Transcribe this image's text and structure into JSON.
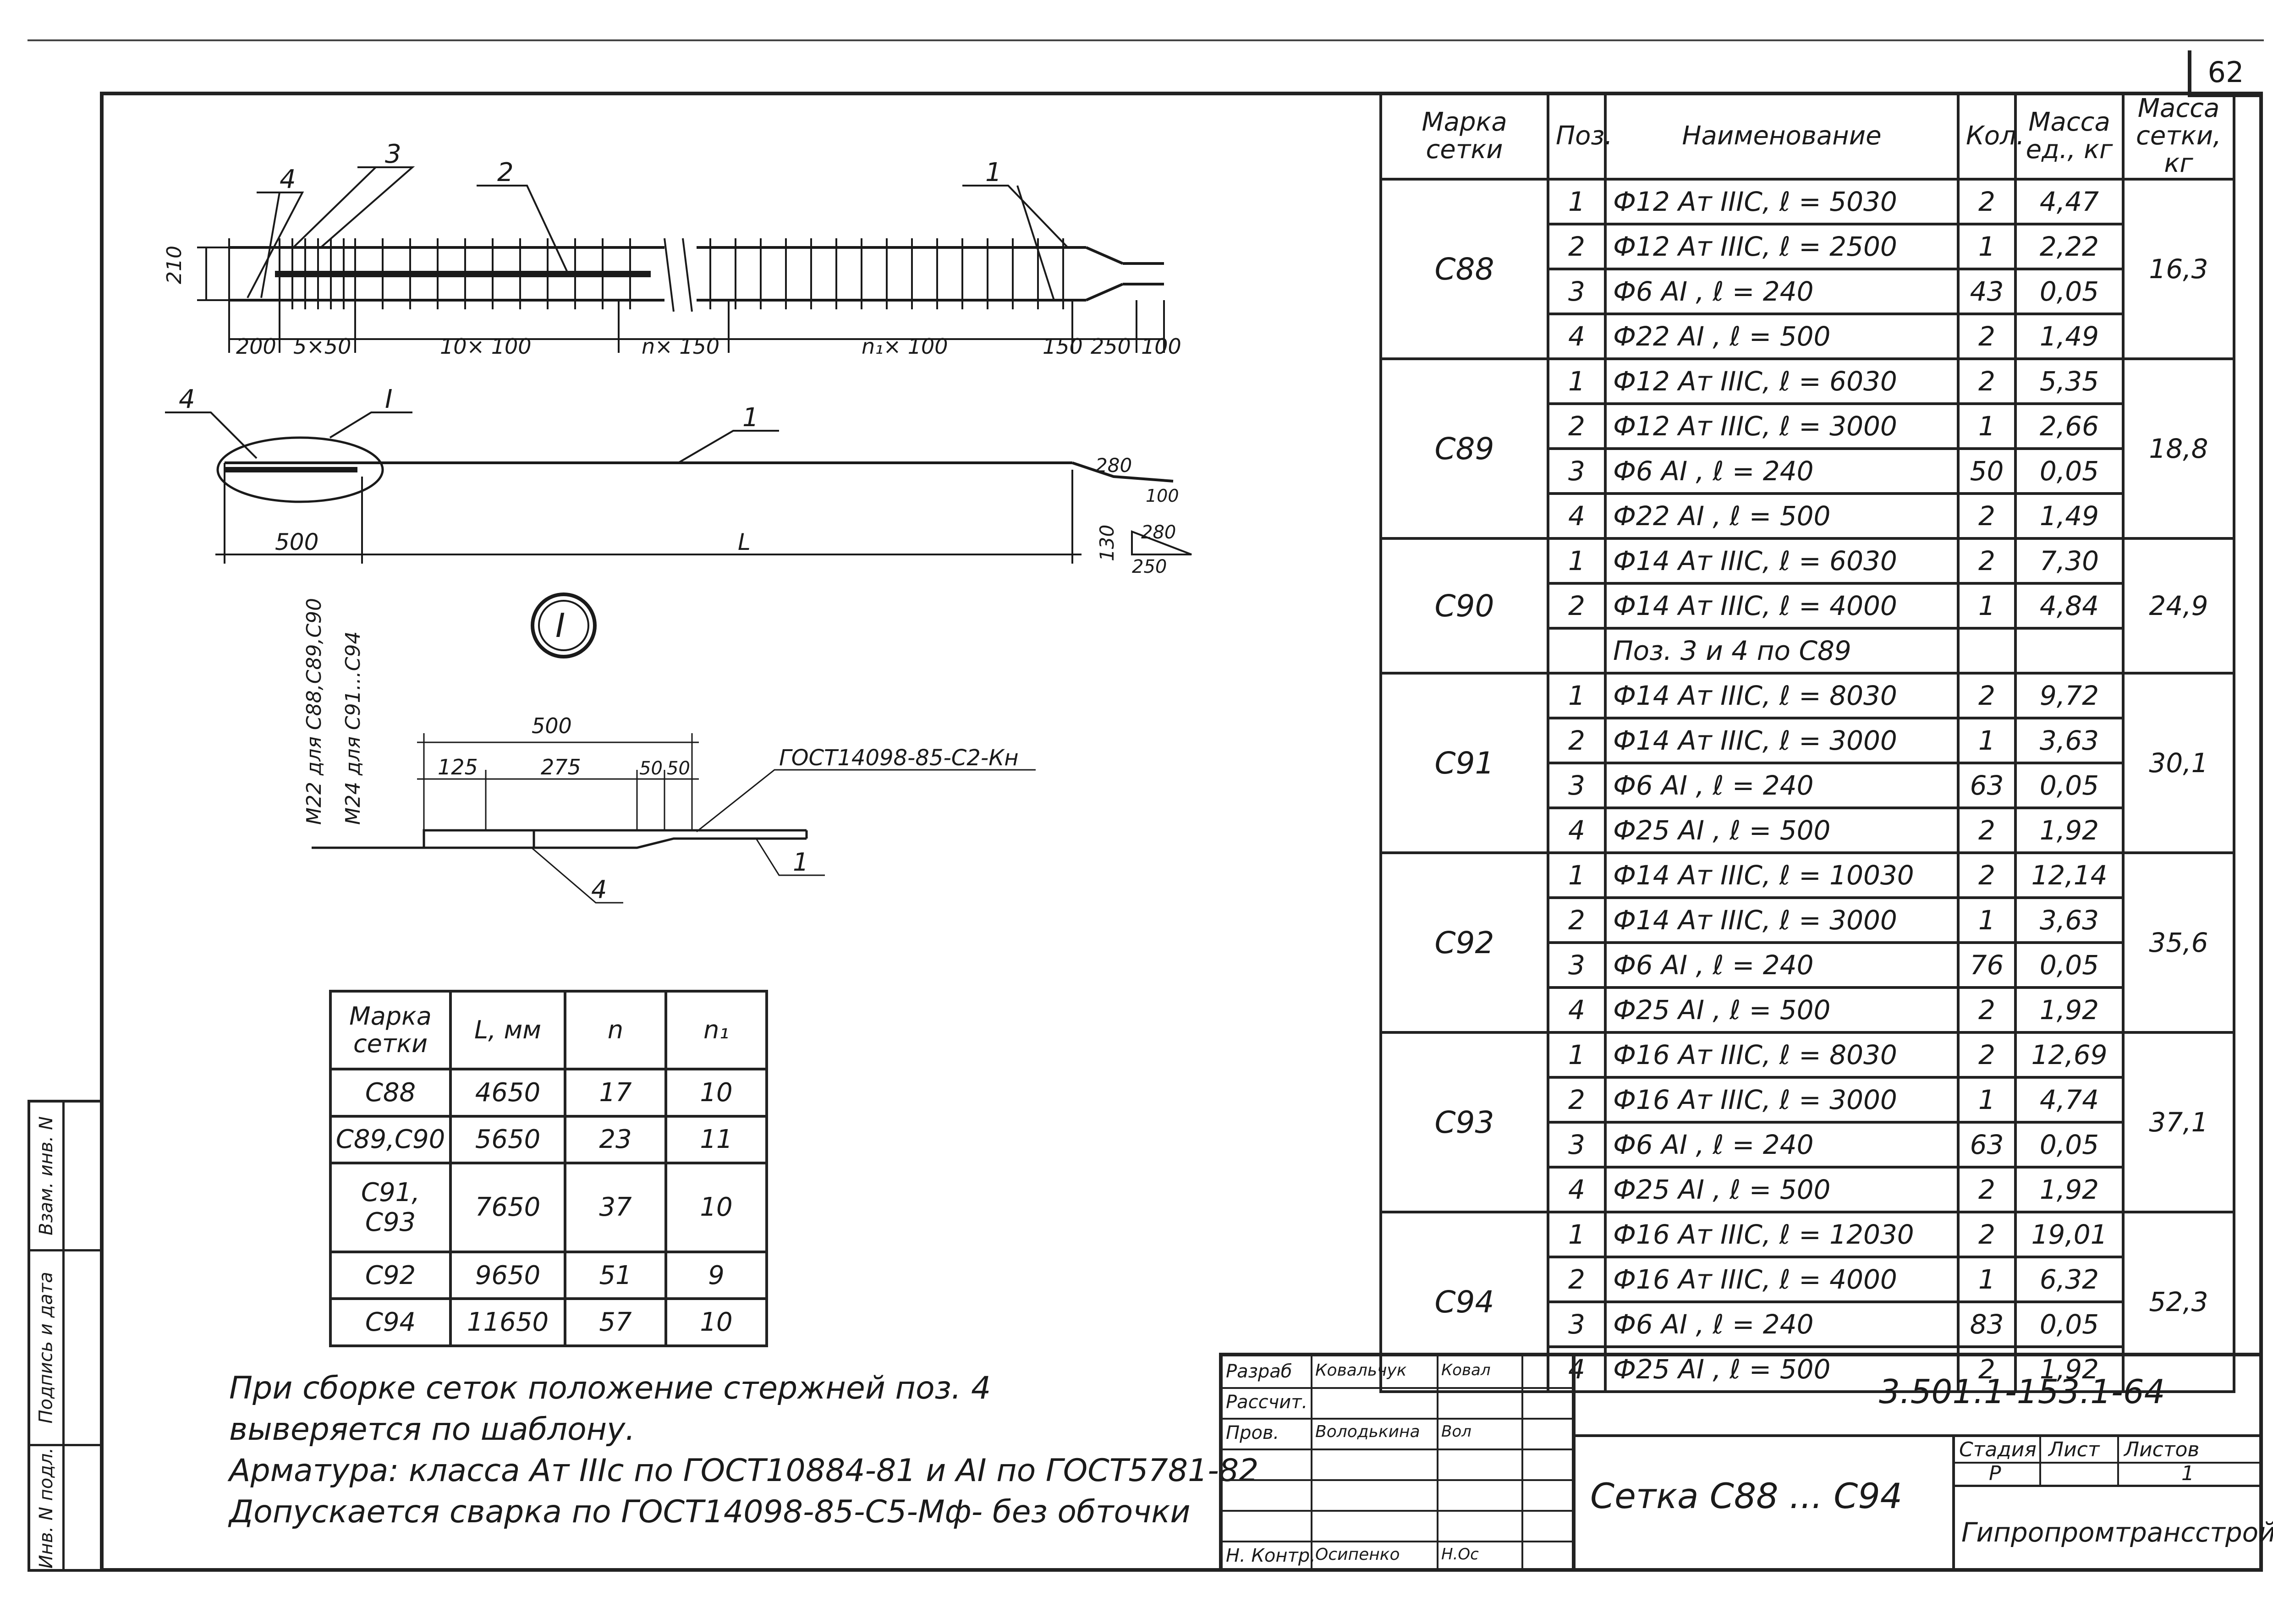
{
  "sheet": {
    "number": "62"
  },
  "side_stamp": {
    "labels": [
      "Инв. N подл.",
      "Подпись и дата",
      "Взам. инв. N"
    ]
  },
  "drawing": {
    "callouts_top": [
      "4",
      "3",
      "2",
      "1"
    ],
    "height_dim": "210",
    "bottom_dims": [
      "200",
      "5×50",
      "10× 100",
      "n× 150",
      "n₁× 100",
      "150",
      "250",
      "100"
    ],
    "bar_labels": [
      "4",
      "I",
      "1"
    ],
    "bar_dims": {
      "left": "500",
      "right": "L",
      "bend_a": "280",
      "bend_b": "100",
      "end_a": "130",
      "end_b": "280",
      "end_c": "250"
    },
    "detail_label": "I",
    "detail_dims": {
      "total": "500",
      "a": "125",
      "b": "275",
      "c": "50",
      "d": "50"
    },
    "gost_label": "ГОСТ14098-85-С2-Кн",
    "vertical_note_1": "М22 для С88,С89,С90",
    "vertical_note_2": "М24 для С91...С94",
    "detail_parts": [
      "4",
      "1"
    ]
  },
  "spec_table": {
    "headers": {
      "mark": "Марка сетки",
      "pos": "Поз.",
      "name": "Наименование",
      "qty": "Кол.",
      "unit_mass": "Масса ед., кг",
      "total_mass": "Масса сетки, кг"
    },
    "groups": [
      {
        "mark": "С88",
        "total": "16,3",
        "rows": [
          {
            "pos": "1",
            "name": "Ф12 Aт ІІІС, ℓ = 5030",
            "qty": "2",
            "mass": "4,47"
          },
          {
            "pos": "2",
            "name": "Ф12 Aт ІІІС, ℓ = 2500",
            "qty": "1",
            "mass": "2,22"
          },
          {
            "pos": "3",
            "name": "Ф6 AI , ℓ = 240",
            "qty": "43",
            "mass": "0,05"
          },
          {
            "pos": "4",
            "name": "Ф22 AI , ℓ = 500",
            "qty": "2",
            "mass": "1,49"
          }
        ]
      },
      {
        "mark": "С89",
        "total": "18,8",
        "rows": [
          {
            "pos": "1",
            "name": "Ф12 Aт ІІІС, ℓ = 6030",
            "qty": "2",
            "mass": "5,35"
          },
          {
            "pos": "2",
            "name": "Ф12 Aт ІІІС, ℓ = 3000",
            "qty": "1",
            "mass": "2,66"
          },
          {
            "pos": "3",
            "name": "Ф6 AI , ℓ = 240",
            "qty": "50",
            "mass": "0,05"
          },
          {
            "pos": "4",
            "name": "Ф22 AI , ℓ = 500",
            "qty": "2",
            "mass": "1,49"
          }
        ]
      },
      {
        "mark": "С90",
        "total": "24,9",
        "rows": [
          {
            "pos": "1",
            "name": "Ф14 Aт ІІІС, ℓ = 6030",
            "qty": "2",
            "mass": "7,30"
          },
          {
            "pos": "2",
            "name": "Ф14 Aт ІІІС, ℓ = 4000",
            "qty": "1",
            "mass": "4,84"
          },
          {
            "pos": "",
            "name": "Поз. 3 и 4 по С89",
            "qty": "",
            "mass": ""
          }
        ]
      },
      {
        "mark": "С91",
        "total": "30,1",
        "rows": [
          {
            "pos": "1",
            "name": "Ф14 Aт ІІІС, ℓ = 8030",
            "qty": "2",
            "mass": "9,72"
          },
          {
            "pos": "2",
            "name": "Ф14 Aт ІІІС, ℓ = 3000",
            "qty": "1",
            "mass": "3,63"
          },
          {
            "pos": "3",
            "name": "Ф6 AI , ℓ = 240",
            "qty": "63",
            "mass": "0,05"
          },
          {
            "pos": "4",
            "name": "Ф25 AI , ℓ = 500",
            "qty": "2",
            "mass": "1,92"
          }
        ]
      },
      {
        "mark": "С92",
        "total": "35,6",
        "rows": [
          {
            "pos": "1",
            "name": "Ф14 Aт ІІІС, ℓ = 10030",
            "qty": "2",
            "mass": "12,14"
          },
          {
            "pos": "2",
            "name": "Ф14 Aт ІІІС, ℓ = 3000",
            "qty": "1",
            "mass": "3,63"
          },
          {
            "pos": "3",
            "name": "Ф6 AI , ℓ = 240",
            "qty": "76",
            "mass": "0,05"
          },
          {
            "pos": "4",
            "name": "Ф25 AI , ℓ = 500",
            "qty": "2",
            "mass": "1,92"
          }
        ]
      },
      {
        "mark": "С93",
        "total": "37,1",
        "rows": [
          {
            "pos": "1",
            "name": "Ф16 Aт ІІІС, ℓ = 8030",
            "qty": "2",
            "mass": "12,69"
          },
          {
            "pos": "2",
            "name": "Ф16 Aт ІІІС, ℓ = 3000",
            "qty": "1",
            "mass": "4,74"
          },
          {
            "pos": "3",
            "name": "Ф6 AI , ℓ = 240",
            "qty": "63",
            "mass": "0,05"
          },
          {
            "pos": "4",
            "name": "Ф25 AI , ℓ = 500",
            "qty": "2",
            "mass": "1,92"
          }
        ]
      },
      {
        "mark": "С94",
        "total": "52,3",
        "rows": [
          {
            "pos": "1",
            "name": "Ф16 Aт ІІІС, ℓ = 12030",
            "qty": "2",
            "mass": "19,01"
          },
          {
            "pos": "2",
            "name": "Ф16 Aт ІІІС, ℓ = 4000",
            "qty": "1",
            "mass": "6,32"
          },
          {
            "pos": "3",
            "name": "Ф6 AI , ℓ = 240",
            "qty": "83",
            "mass": "0,05"
          },
          {
            "pos": "4",
            "name": "Ф25 AI , ℓ = 500",
            "qty": "2",
            "mass": "1,92"
          }
        ]
      }
    ]
  },
  "lengths_table": {
    "headers": [
      "Марка сетки",
      "L, мм",
      "n",
      "n₁"
    ],
    "rows": [
      [
        "С88",
        "4650",
        "17",
        "10"
      ],
      [
        "С89,С90",
        "5650",
        "23",
        "11"
      ],
      [
        "С91, С93",
        "7650",
        "37",
        "10"
      ],
      [
        "С92",
        "9650",
        "51",
        "9"
      ],
      [
        "С94",
        "11650",
        "57",
        "10"
      ]
    ]
  },
  "notes": [
    "При сборке сеток положение стержней поз. 4",
    "выверяется по шаблону.",
    "Арматура: класса Aт ІІІс по ГОСТ10884-81 и AI по ГОСТ5781-82",
    "Допускается сварка по ГОСТ14098-85-С5-Мф- без обточки"
  ],
  "title_block": {
    "roles": [
      "Разраб",
      "Рассчит.",
      "Пров.",
      "",
      "",
      "",
      "Н. Контр."
    ],
    "names": [
      "Ковальчук",
      "",
      "Володькина",
      "",
      "",
      "",
      "Осипенко"
    ],
    "signatures": [
      "Ковал",
      "",
      "Вол",
      "",
      "",
      "",
      "Н.Ос"
    ],
    "doc_code": "3.501.1-153.1-64",
    "title": "Сетка С88 ... С94",
    "stage_label": "Стадия",
    "sheet_label": "Лист",
    "sheets_label": "Листов",
    "stage": "Р",
    "sheet": "",
    "sheets": "1",
    "org": "Гипропромтрансстрой"
  }
}
